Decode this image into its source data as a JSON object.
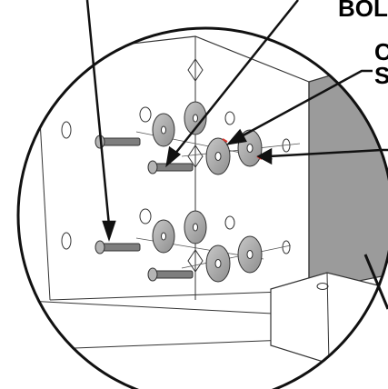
{
  "callouts": {
    "top_right_label": "BOL",
    "side_label_line1": "C",
    "side_label_line2": "S"
  },
  "colors": {
    "ink": "#111111",
    "panel_shadow": "#9a9a9a",
    "washer": "#a9a9a9",
    "screw": "#7e7e7e",
    "accent": "#d9342b"
  }
}
